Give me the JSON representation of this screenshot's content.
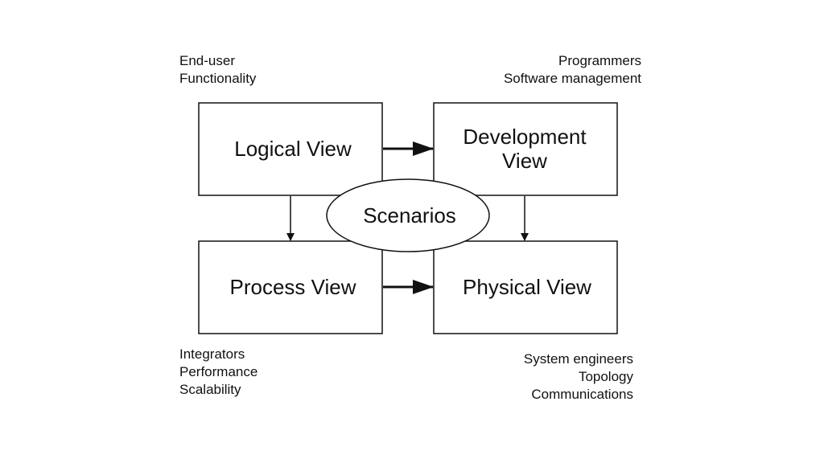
{
  "views": {
    "logical": {
      "label": "Logical View"
    },
    "development": {
      "label_line1": "Development",
      "label_line2": "View"
    },
    "process": {
      "label": "Process View"
    },
    "physical": {
      "label": "Physical View"
    },
    "scenarios": {
      "label": "Scenarios"
    }
  },
  "stakeholders": {
    "logical": [
      "End-user",
      "Functionality"
    ],
    "development": [
      "Programmers",
      "Software management"
    ],
    "process": [
      "Integrators",
      "Performance",
      "Scalability"
    ],
    "physical": [
      "System engineers",
      "Topology",
      "Communications"
    ]
  }
}
